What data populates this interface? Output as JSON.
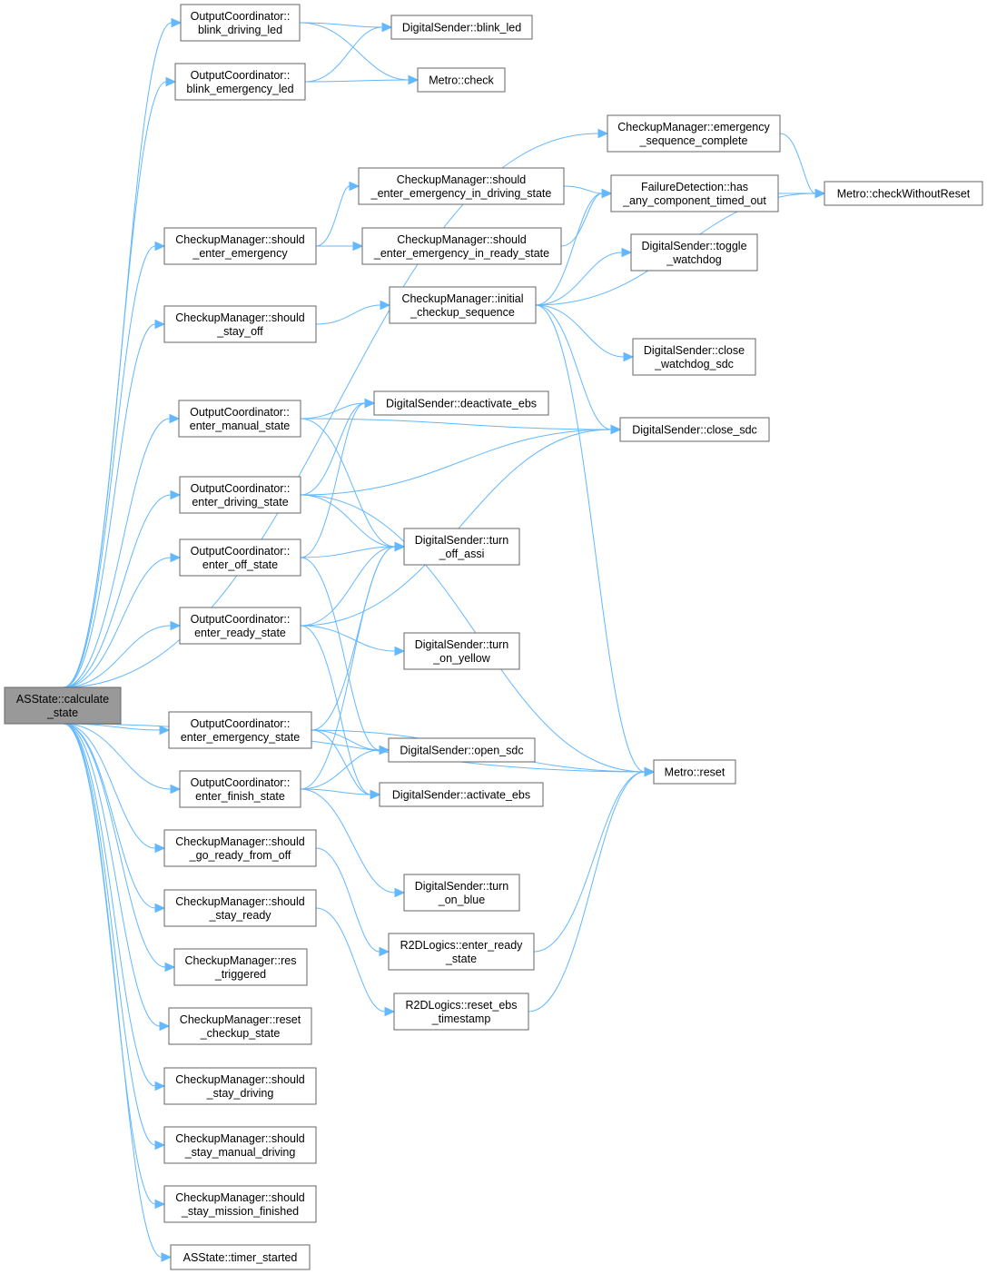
{
  "colors": {
    "edge": "#63b8ff",
    "root_fill": "#999999",
    "border": "#666666",
    "node_fill": "#ffffff"
  },
  "nodes": {
    "root": [
      "ASState::calculate",
      "_state"
    ],
    "oc_blink_driving": [
      "OutputCoordinator::",
      "blink_driving_led"
    ],
    "oc_blink_emergency": [
      "OutputCoordinator::",
      "blink_emergency_led"
    ],
    "cm_emerg_seq": [
      "CheckupManager::emergency",
      "_sequence_complete"
    ],
    "cm_enter_emergency": [
      "CheckupManager::should",
      "_enter_emergency"
    ],
    "cm_stay_off": [
      "CheckupManager::should",
      "_stay_off"
    ],
    "oc_enter_manual": [
      "OutputCoordinator::",
      "enter_manual_state"
    ],
    "oc_enter_driving": [
      "OutputCoordinator::",
      "enter_driving_state"
    ],
    "oc_enter_off": [
      "OutputCoordinator::",
      "enter_off_state"
    ],
    "oc_enter_ready": [
      "OutputCoordinator::",
      "enter_ready_state"
    ],
    "oc_enter_emergency": [
      "OutputCoordinator::",
      "enter_emergency_state"
    ],
    "oc_enter_finish": [
      "OutputCoordinator::",
      "enter_finish_state"
    ],
    "cm_go_ready": [
      "CheckupManager::should",
      "_go_ready_from_off"
    ],
    "cm_stay_ready": [
      "CheckupManager::should",
      "_stay_ready"
    ],
    "cm_res": [
      "CheckupManager::res",
      "_triggered"
    ],
    "cm_reset_checkup": [
      "CheckupManager::reset",
      "_checkup_state"
    ],
    "cm_stay_driving": [
      "CheckupManager::should",
      "_stay_driving"
    ],
    "cm_stay_manual": [
      "CheckupManager::should",
      "_stay_manual_driving"
    ],
    "cm_stay_mission": [
      "CheckupManager::should",
      "_stay_mission_finished"
    ],
    "as_timer": [
      "ASState::timer_started"
    ],
    "ds_blink_led": [
      "DigitalSender::blink_led"
    ],
    "metro_check": [
      "Metro::check"
    ],
    "cm_em_driving": [
      "CheckupManager::should",
      "_enter_emergency_in_driving_state"
    ],
    "cm_em_ready": [
      "CheckupManager::should",
      "_enter_emergency_in_ready_state"
    ],
    "cm_initial": [
      "CheckupManager::initial",
      "_checkup_sequence"
    ],
    "ds_deactivate_ebs": [
      "DigitalSender::deactivate_ebs"
    ],
    "ds_turn_off_assi": [
      "DigitalSender::turn",
      "_off_assi"
    ],
    "ds_turn_on_yellow": [
      "DigitalSender::turn",
      "_on_yellow"
    ],
    "ds_open_sdc": [
      "DigitalSender::open_sdc"
    ],
    "ds_activate_ebs": [
      "DigitalSender::activate_ebs"
    ],
    "ds_turn_on_blue": [
      "DigitalSender::turn",
      "_on_blue"
    ],
    "r2d_enter_ready": [
      "R2DLogics::enter_ready",
      "_state"
    ],
    "r2d_reset_ebs": [
      "R2DLogics::reset_ebs",
      "_timestamp"
    ],
    "fd_timed_out": [
      "FailureDetection::has",
      "_any_component_timed_out"
    ],
    "ds_toggle_wd": [
      "DigitalSender::toggle",
      "_watchdog"
    ],
    "ds_close_wd_sdc": [
      "DigitalSender::close",
      "_watchdog_sdc"
    ],
    "ds_close_sdc": [
      "DigitalSender::close_sdc"
    ],
    "metro_reset": [
      "Metro::reset"
    ],
    "metro_check_wo_reset": [
      "Metro::checkWithoutReset"
    ]
  },
  "edges": [
    [
      "root",
      "oc_blink_driving"
    ],
    [
      "root",
      "oc_blink_emergency"
    ],
    [
      "root",
      "cm_emerg_seq"
    ],
    [
      "root",
      "cm_enter_emergency"
    ],
    [
      "root",
      "cm_stay_off"
    ],
    [
      "root",
      "oc_enter_manual"
    ],
    [
      "root",
      "oc_enter_driving"
    ],
    [
      "root",
      "oc_enter_off"
    ],
    [
      "root",
      "oc_enter_ready"
    ],
    [
      "root",
      "oc_enter_emergency"
    ],
    [
      "root",
      "oc_enter_finish"
    ],
    [
      "root",
      "cm_go_ready"
    ],
    [
      "root",
      "cm_stay_ready"
    ],
    [
      "root",
      "cm_res"
    ],
    [
      "root",
      "cm_reset_checkup"
    ],
    [
      "root",
      "cm_stay_driving"
    ],
    [
      "root",
      "cm_stay_manual"
    ],
    [
      "root",
      "cm_stay_mission"
    ],
    [
      "root",
      "as_timer"
    ],
    [
      "root",
      "metro_reset"
    ],
    [
      "oc_blink_driving",
      "ds_blink_led"
    ],
    [
      "oc_blink_driving",
      "metro_check"
    ],
    [
      "oc_blink_emergency",
      "ds_blink_led"
    ],
    [
      "oc_blink_emergency",
      "metro_check"
    ],
    [
      "cm_emerg_seq",
      "metro_check_wo_reset"
    ],
    [
      "cm_enter_emergency",
      "cm_em_driving"
    ],
    [
      "cm_enter_emergency",
      "cm_em_ready"
    ],
    [
      "cm_em_driving",
      "fd_timed_out"
    ],
    [
      "cm_em_ready",
      "fd_timed_out"
    ],
    [
      "fd_timed_out",
      "metro_check_wo_reset"
    ],
    [
      "cm_stay_off",
      "cm_initial"
    ],
    [
      "cm_initial",
      "fd_timed_out"
    ],
    [
      "cm_initial",
      "ds_toggle_wd"
    ],
    [
      "cm_initial",
      "metro_check_wo_reset"
    ],
    [
      "cm_initial",
      "ds_close_wd_sdc"
    ],
    [
      "cm_initial",
      "ds_close_sdc"
    ],
    [
      "cm_initial",
      "metro_reset"
    ],
    [
      "oc_enter_manual",
      "ds_deactivate_ebs"
    ],
    [
      "oc_enter_manual",
      "ds_close_sdc"
    ],
    [
      "oc_enter_manual",
      "ds_turn_off_assi"
    ],
    [
      "oc_enter_driving",
      "ds_deactivate_ebs"
    ],
    [
      "oc_enter_driving",
      "ds_close_sdc"
    ],
    [
      "oc_enter_driving",
      "ds_turn_off_assi"
    ],
    [
      "oc_enter_driving",
      "metro_reset"
    ],
    [
      "oc_enter_off",
      "ds_deactivate_ebs"
    ],
    [
      "oc_enter_off",
      "ds_turn_off_assi"
    ],
    [
      "oc_enter_off",
      "ds_open_sdc"
    ],
    [
      "oc_enter_ready",
      "ds_turn_off_assi"
    ],
    [
      "oc_enter_ready",
      "ds_close_sdc"
    ],
    [
      "oc_enter_ready",
      "ds_turn_on_yellow"
    ],
    [
      "oc_enter_ready",
      "ds_activate_ebs"
    ],
    [
      "oc_enter_emergency",
      "ds_turn_off_assi"
    ],
    [
      "oc_enter_emergency",
      "ds_open_sdc"
    ],
    [
      "oc_enter_emergency",
      "ds_activate_ebs"
    ],
    [
      "oc_enter_emergency",
      "metro_reset"
    ],
    [
      "oc_enter_finish",
      "ds_turn_off_assi"
    ],
    [
      "oc_enter_finish",
      "ds_open_sdc"
    ],
    [
      "oc_enter_finish",
      "ds_activate_ebs"
    ],
    [
      "oc_enter_finish",
      "ds_turn_on_blue"
    ],
    [
      "cm_go_ready",
      "r2d_enter_ready"
    ],
    [
      "cm_stay_ready",
      "r2d_reset_ebs"
    ],
    [
      "r2d_enter_ready",
      "metro_reset"
    ],
    [
      "r2d_reset_ebs",
      "metro_reset"
    ]
  ]
}
